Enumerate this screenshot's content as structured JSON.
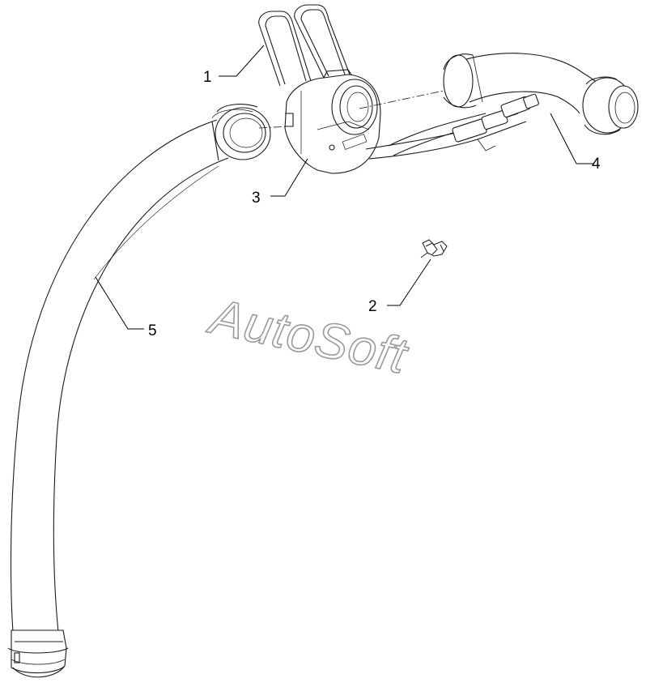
{
  "watermark": {
    "text": "AutoSoft"
  },
  "callouts": [
    {
      "id": "1",
      "label": "1",
      "part": "retaining-clips"
    },
    {
      "id": "2",
      "label": "2",
      "part": "small-clip"
    },
    {
      "id": "3",
      "label": "3",
      "part": "sensor-housing-with-harness"
    },
    {
      "id": "4",
      "label": "4",
      "part": "short-curved-hose"
    },
    {
      "id": "5",
      "label": "5",
      "part": "long-curved-hose"
    }
  ],
  "colors": {
    "line": "#1a1a1a",
    "callout": "#000000",
    "watermark_outline": "#9a9a9a"
  }
}
